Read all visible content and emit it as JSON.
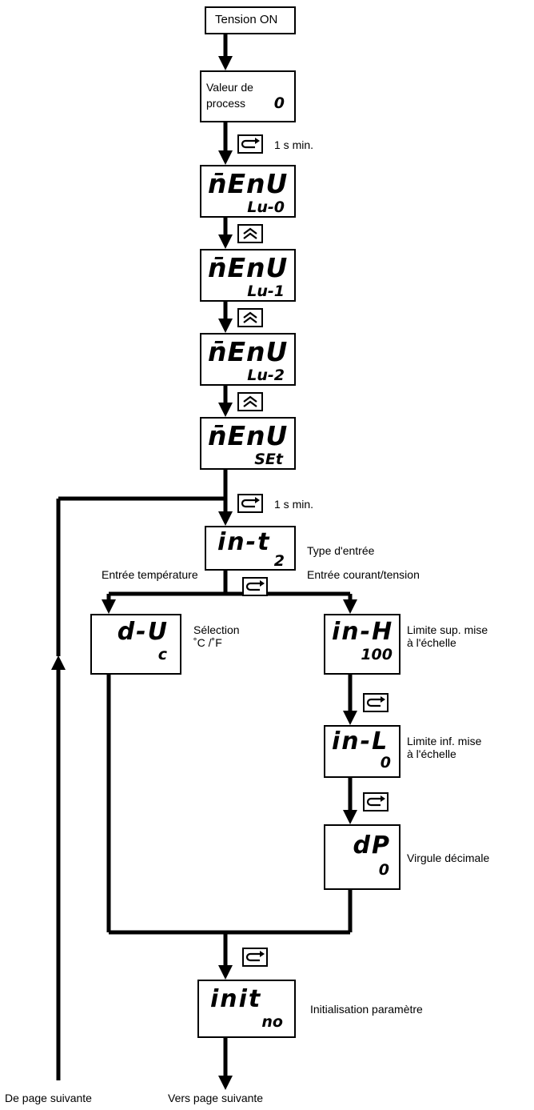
{
  "power_on": "Tension ON",
  "process_value": {
    "label_line1": "Valeur de",
    "label_line2": "process",
    "value": "0"
  },
  "hold_note": "1 s min.",
  "menus": [
    {
      "top": "n̄EnU",
      "bottom": "Lu-0"
    },
    {
      "top": "n̄EnU",
      "bottom": "Lu-1"
    },
    {
      "top": "n̄EnU",
      "bottom": "Lu-2"
    },
    {
      "top": "n̄EnU",
      "bottom": "SEt"
    }
  ],
  "input_type": {
    "top": "in-t",
    "bottom": "2",
    "label": "Type d'entrée"
  },
  "branch_left_label": "Entrée température",
  "branch_right_label": "Entrée courant/tension",
  "temp_unit": {
    "top": "d-U",
    "bottom": "c",
    "label_line1": "Sélection",
    "label_line2": "˚C /˚F"
  },
  "scale_high": {
    "top": "in-H",
    "bottom": "100",
    "label_line1": "Limite sup. mise",
    "label_line2": "à l'échelle"
  },
  "scale_low": {
    "top": "in-L",
    "bottom": "0",
    "label_line1": "Limite inf. mise",
    "label_line2": "à l'échelle"
  },
  "decimal_point": {
    "top": "dP",
    "bottom": "0",
    "label": "Virgule décimale"
  },
  "init": {
    "top": "init",
    "bottom": "no",
    "label": "Initialisation paramètre"
  },
  "from_next_page": "De page suivante",
  "to_next_page": "Vers page suivante",
  "icons": {
    "mode_key": "mode-key-icon",
    "up_key": "up-key-icon"
  }
}
